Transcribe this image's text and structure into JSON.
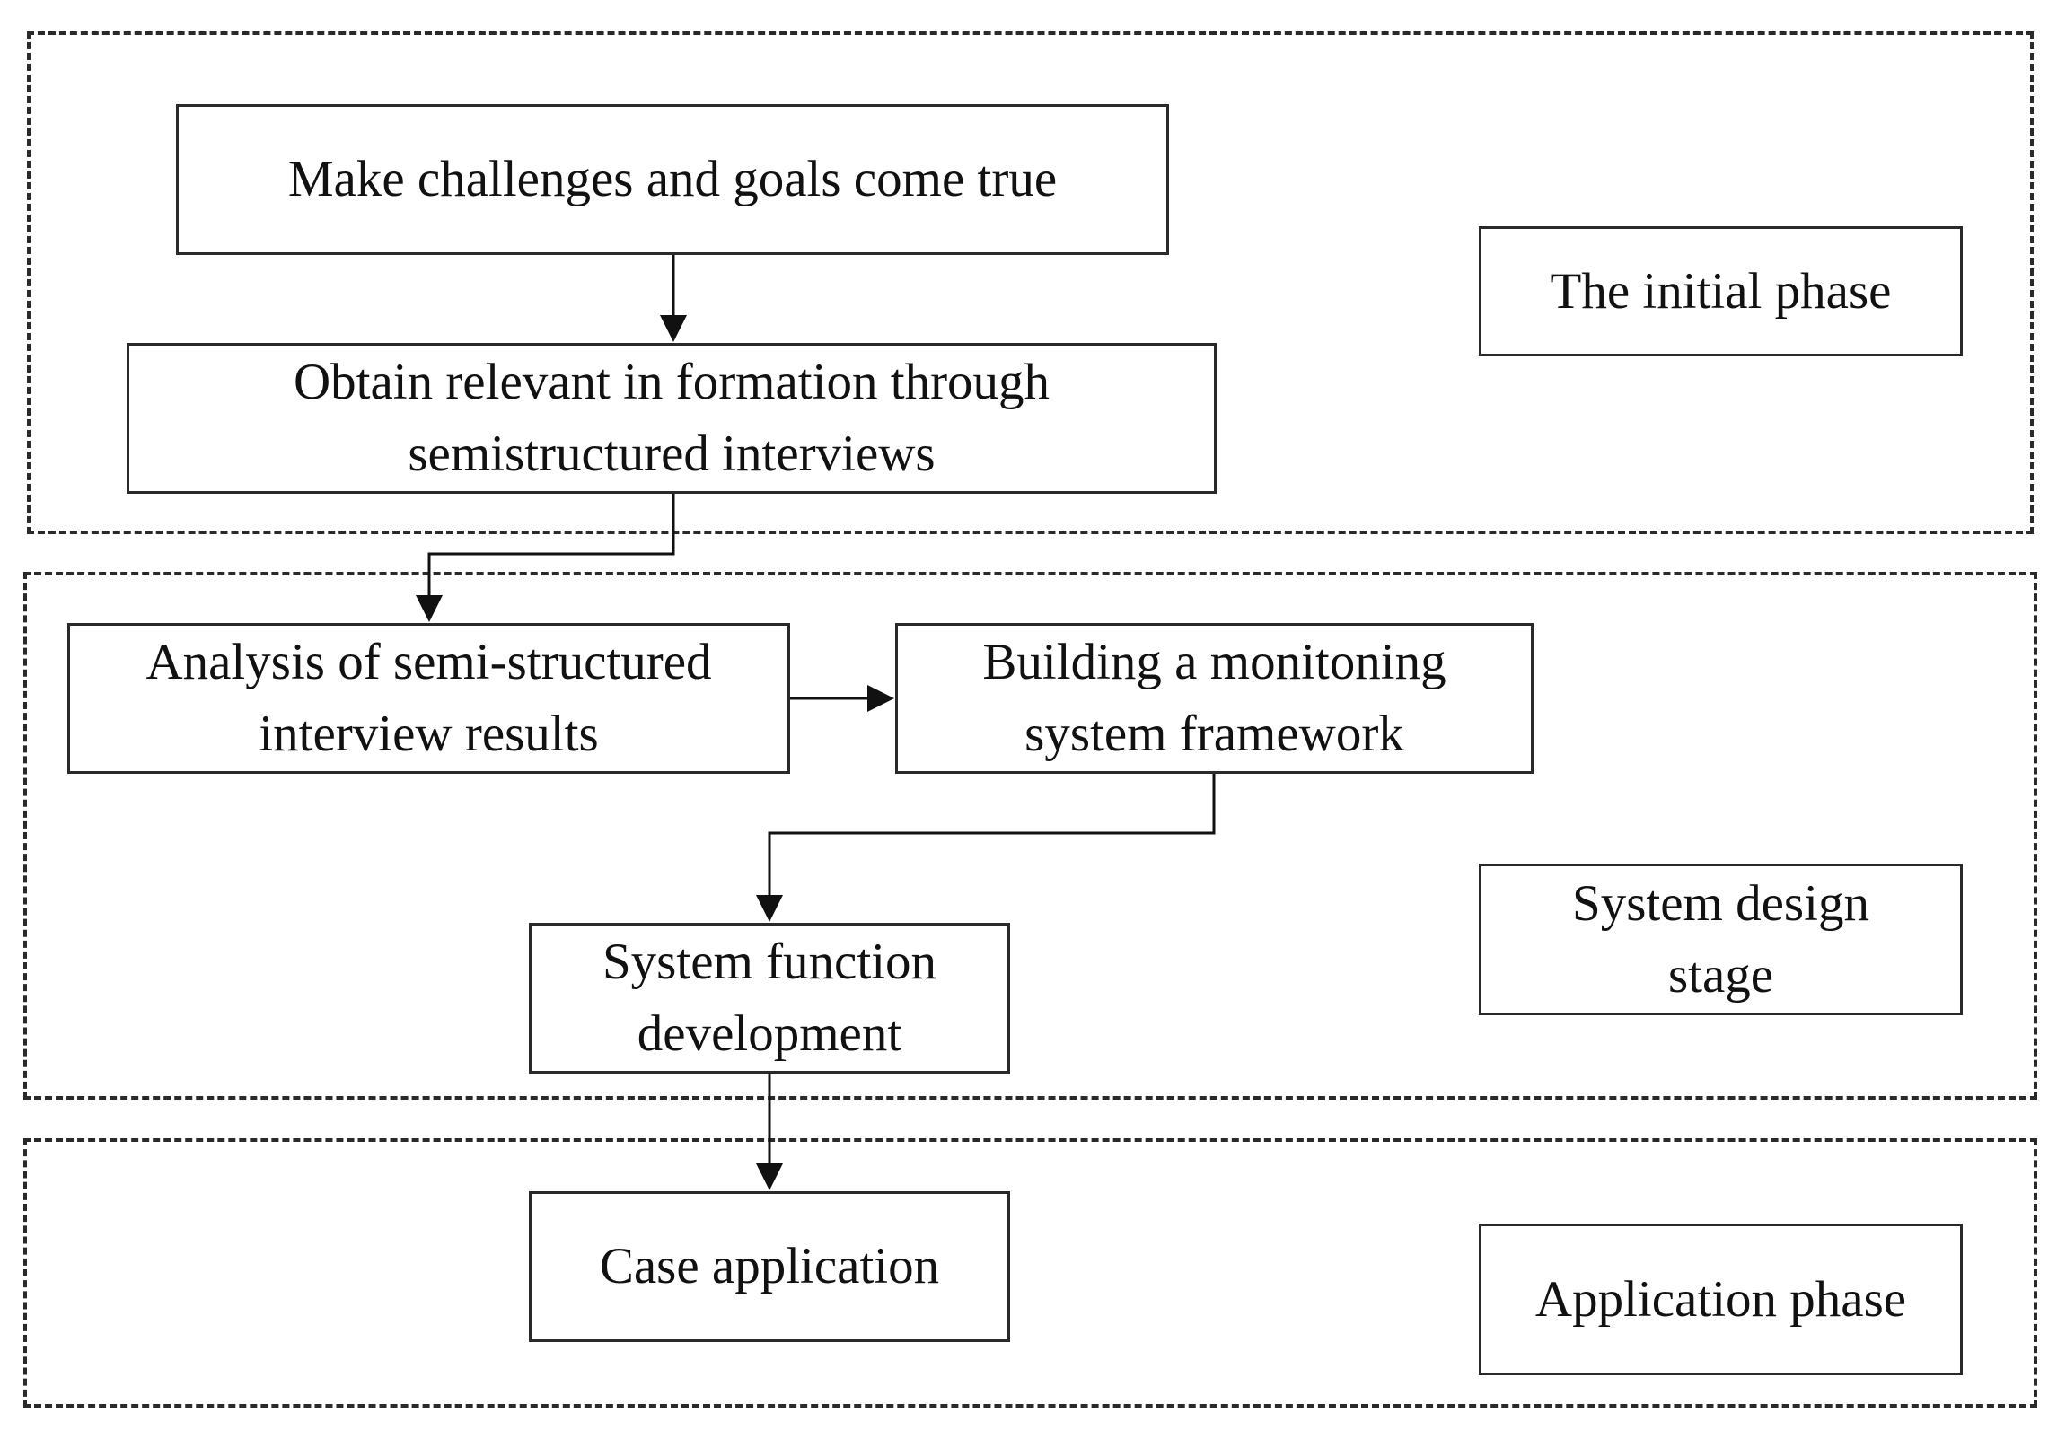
{
  "phases": {
    "initial": "The initial phase",
    "design": "System design stage",
    "application": "Application phase"
  },
  "steps": {
    "goals": "Make challenges and goals come true",
    "obtain": "Obtain relevant in formation through semistructured interviews",
    "analysis": "Analysis of semi-structured interview results",
    "framework": "Building a monitoning system framework",
    "development": "System function development",
    "case": "Case application"
  }
}
